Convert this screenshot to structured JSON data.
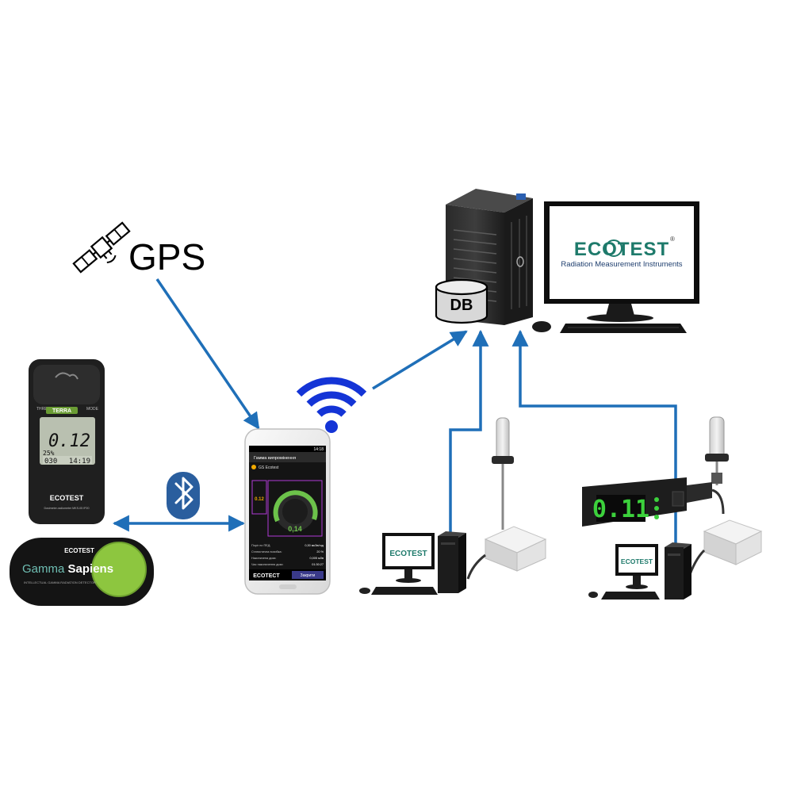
{
  "gps": {
    "label": "GPS"
  },
  "database": {
    "label": "DB"
  },
  "monitor_logo": {
    "brand": "ECOTEST",
    "registered": "®",
    "tagline": "Radiation Measurement Instruments"
  },
  "terra_device": {
    "top_left_label": "THRESHOLD",
    "top_right_label": "MODE",
    "name_label": "TERRA",
    "reading": "0.12",
    "percent": "25%",
    "count": "030",
    "time": "14:19",
    "brand": "ECOTEST",
    "model_text": "Dosimeter-radiometer MKS-05 IP20"
  },
  "gamma_sapiens": {
    "brand": "ECOTEST",
    "name_part1": "Gamma",
    "name_part2": "Sapiens",
    "subtitle": "INTELLECTUAL GAMMA RADIATION DETECTOR"
  },
  "phone": {
    "status_time": "14:18",
    "app_title": "Гамма випромінення",
    "app_subtitle": "GS Ecotest",
    "side_value": "0.12",
    "gauge_value": "0,14",
    "rows": [
      {
        "label": "Поріг по ПЕД:",
        "value": "0,30 мкЗв/год"
      },
      {
        "label": "Статистична похибка:",
        "value": "20 %"
      },
      {
        "label": "Накопичена доза:",
        "value": "0,005 мЗв"
      },
      {
        "label": "Час накопичення дози:",
        "value": "01:30:27"
      }
    ],
    "footer_brand": "ECOTECT",
    "footer_button": "Закрити"
  },
  "station_logo": {
    "brand": "ECOTEST"
  },
  "led_display": {
    "reading": "0.11"
  },
  "colors": {
    "connection_line": "#1f6fb8",
    "bluetooth_badge": "#2a5e9e",
    "wifi_signal": "#1434d6",
    "gauge_arc": "#6cc24a",
    "display_green": "#3cd13c",
    "gamma_sapiens_circle": "#8dc63f",
    "ecotest_teal": "#0d7f7a"
  }
}
